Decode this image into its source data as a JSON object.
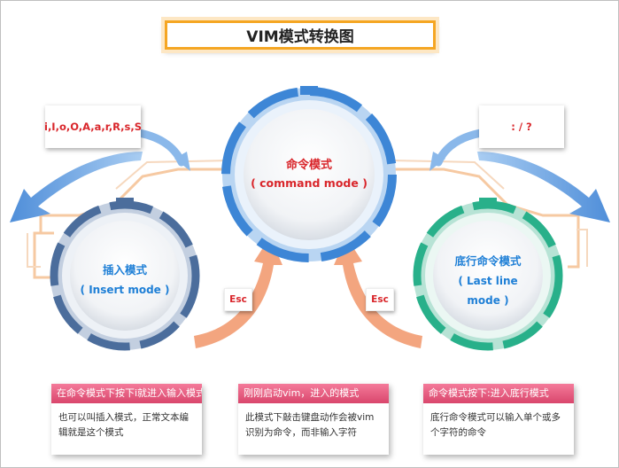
{
  "title": "VIM模式转换图",
  "command_mode": {
    "name": "命令模式",
    "english": "( command mode )"
  },
  "insert_mode": {
    "name": "插入模式",
    "english": "( Insert mode )"
  },
  "lastline_mode": {
    "name": "底行命令模式",
    "english_line1": "( Last line",
    "english_line2": "mode )"
  },
  "insert_keys": "i,I,o,O,A,a,r,R,s,S",
  "lastline_keys": ": / ?",
  "esc_left": "Esc",
  "esc_right": "Esc",
  "cards": [
    {
      "head": "在命令模式下按下i就进入输入模式",
      "body": "也可以叫插入模式，正常文本编辑就是这个模式"
    },
    {
      "head": "刚刚启动vim，进入的模式",
      "body": "此模式下敲击键盘动作会被vim识别为命令，而非输入字符"
    },
    {
      "head": "命令模式按下:进入底行模式",
      "body": "底行命令模式可以输入单个或多个字符的命令"
    }
  ],
  "colors": {
    "command_ring": "#4a90d9",
    "insert_ring": "#4a6fa5",
    "lastline_ring": "#2bb38f",
    "accent_text": "#d9262b",
    "label_blue": "#1e7fd6",
    "card_header": "#e0557a",
    "arrow_blue": "#6fa6e0",
    "arrow_salmon": "#f2a27a",
    "title_border": "#f5a623"
  }
}
